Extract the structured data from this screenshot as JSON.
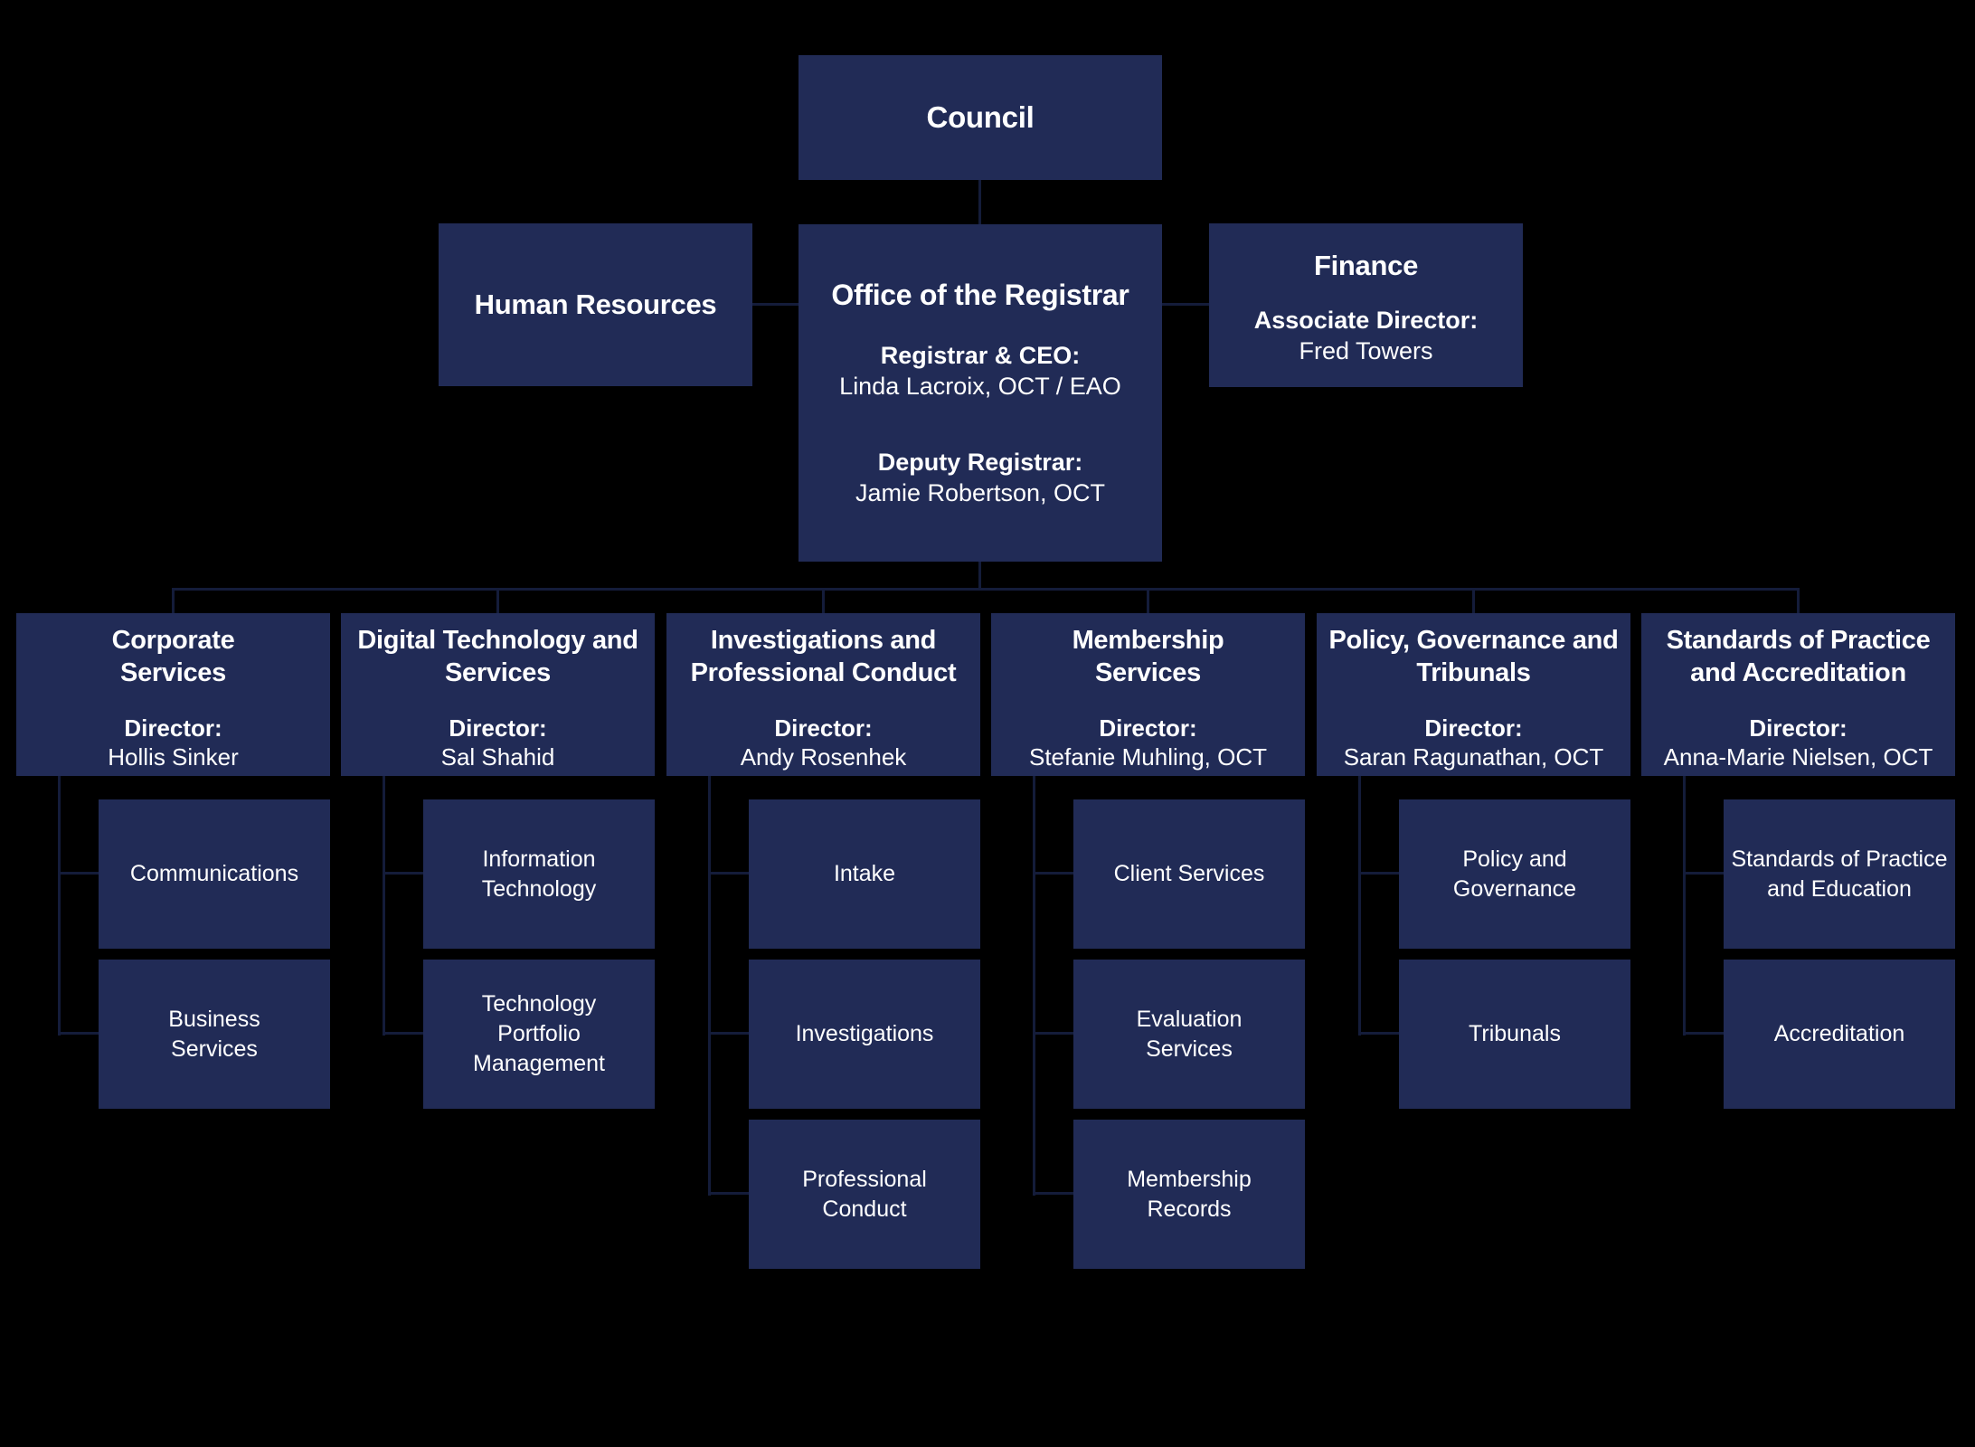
{
  "colors": {
    "background": "#000000",
    "box_fill": "#212b56",
    "connector": "#141c3a",
    "text": "#ffffff"
  },
  "org": {
    "council": {
      "title": "Council"
    },
    "human_resources": {
      "title": "Human Resources"
    },
    "office_of_the_registrar": {
      "title": "Office of the Registrar",
      "registrar_label": "Registrar & CEO:",
      "registrar_name": "Linda Lacroix, OCT / EAO",
      "deputy_label": "Deputy Registrar:",
      "deputy_name": "Jamie Robertson, OCT"
    },
    "finance": {
      "title": "Finance",
      "role_label": "Associate Director:",
      "role_name": "Fred Towers"
    },
    "departments": [
      {
        "title": "Corporate\nServices",
        "director_label": "Director:",
        "director_name": "Hollis Sinker",
        "units": [
          "Communications",
          "Business\nServices"
        ]
      },
      {
        "title": "Digital Technology and\nServices",
        "director_label": "Director:",
        "director_name": "Sal Shahid",
        "units": [
          "Information\nTechnology",
          "Technology\nPortfolio\nManagement"
        ]
      },
      {
        "title": "Investigations and\nProfessional Conduct",
        "director_label": "Director:",
        "director_name": "Andy Rosenhek",
        "units": [
          "Intake",
          "Investigations",
          "Professional\nConduct"
        ]
      },
      {
        "title": "Membership\nServices",
        "director_label": "Director:",
        "director_name": "Stefanie Muhling, OCT",
        "units": [
          "Client Services",
          "Evaluation\nServices",
          "Membership\nRecords"
        ]
      },
      {
        "title": "Policy, Governance and\nTribunals",
        "director_label": "Director:",
        "director_name": "Saran Ragunathan, OCT",
        "units": [
          "Policy and\nGovernance",
          "Tribunals"
        ]
      },
      {
        "title": "Standards of Practice\nand Accreditation",
        "director_label": "Director:",
        "director_name": "Anna-Marie Nielsen, OCT",
        "units": [
          "Standards of Practice\nand Education",
          "Accreditation"
        ]
      }
    ]
  }
}
